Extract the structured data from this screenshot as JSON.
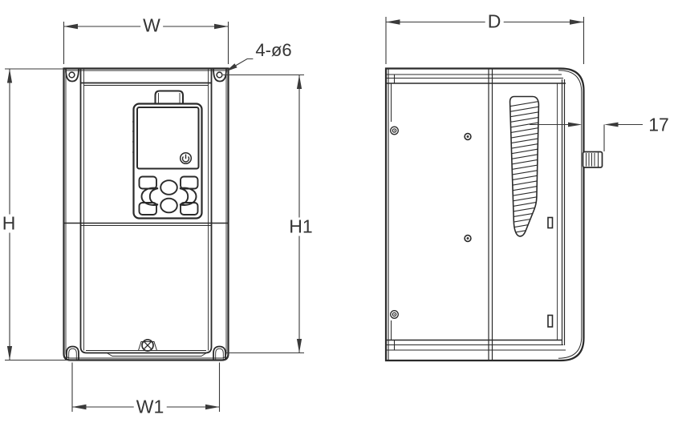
{
  "drawing": {
    "front_view": {
      "dim_width_top": "W",
      "dim_height_left": "H",
      "dim_height_right": "H1",
      "dim_width_bottom": "W1",
      "hole_callout": "4-ø6"
    },
    "side_view": {
      "dim_depth": "D",
      "knob_protrusion": "17"
    },
    "colors": {
      "line": "#2a2a2a",
      "dimension_line": "#3a3a3a",
      "background": "#ffffff"
    }
  }
}
